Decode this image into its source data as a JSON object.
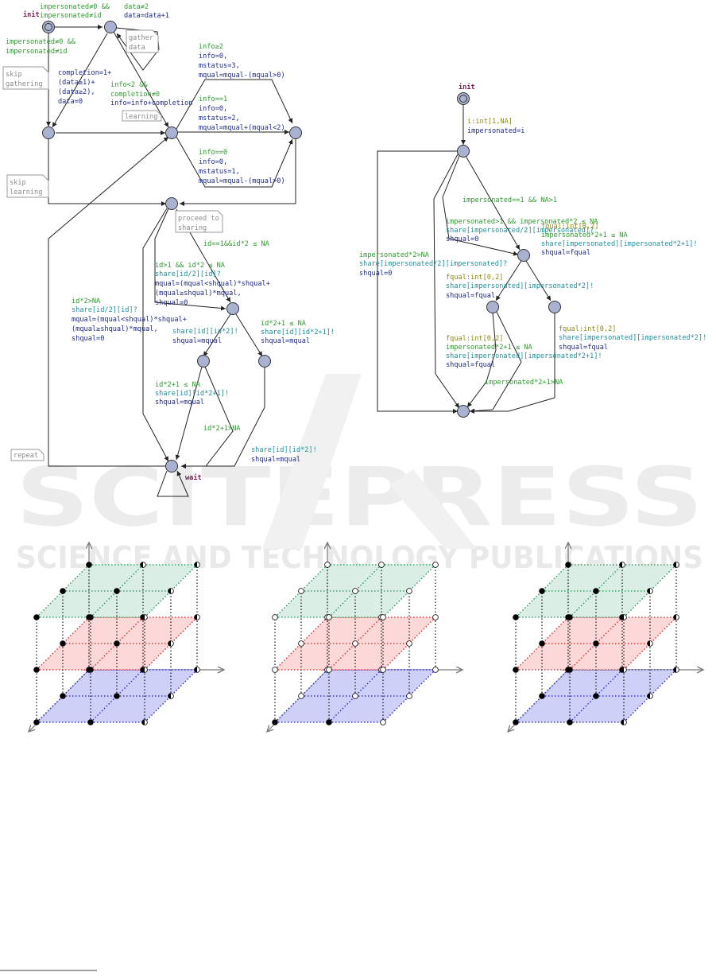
{
  "watermark": {
    "main": "SCITEPRESS",
    "sub": "SCIENCE AND TECHNOLOGY PUBLICATIONS"
  },
  "left_automaton": {
    "init_label": "init",
    "wait_label": "wait",
    "guard_top_1": "impersonated≠0 &&",
    "guard_top_2": "impersonated≠id",
    "guard_data": "data≠2",
    "update_data": "data=data+1",
    "guard_left_1": "impersonated≠0 &&",
    "guard_left_2": "impersonated≠id",
    "note_gather_1": "gather",
    "note_gather_2": "data",
    "note_skip_gathering_1": "skip",
    "note_skip_gathering_2": "gathering",
    "completion_1": "completion=1+",
    "completion_2": "(data≥1)+",
    "completion_3": "(data≥2),",
    "completion_4": "data=0",
    "info_guard_1": "info<2 &&",
    "info_guard_2": "completion≠0",
    "info_update": "info=info+completion",
    "note_learning": "learning",
    "branch3_guard": "info≥2",
    "branch3_u1": "info=0,",
    "branch3_u2": "mstatus=3,",
    "branch3_u3": "mqual=mqual-(mqual>0)",
    "branch2_guard": "info==1",
    "branch2_u1": "info=0,",
    "branch2_u2": "mstatus=2,",
    "branch2_u3": "mqual=mqual+(mqual<2)",
    "branch1_guard": "info==0",
    "branch1_u1": "info=0,",
    "branch1_u2": "mstatus=1,",
    "branch1_u3": "mqual=mqual-(mqual>0)",
    "note_skip_learning_1": "skip",
    "note_skip_learning_2": "learning",
    "note_proceed_1": "proceed to",
    "note_proceed_2": "sharing",
    "guard_id1": "id==1&&id*2 ≤ NA",
    "idgt1_guard": "id>1 && id*2 ≤ NA",
    "idgt1_sync": "share[id/2][id]?",
    "idgt1_u1": "mqual=(mqual<shqual)*shqual+",
    "idgt1_u2": "(mqual≥shqual)*mqual,",
    "idgt1_u3": "shqual=0",
    "bigid_guard": "id*2>NA",
    "bigid_sync": "share[id/2][id]?",
    "bigid_u1": "mqual=(mqual<shqual)*shqual+",
    "bigid_u2": "(mqual≥shqual)*mqual,",
    "bigid_u3": "shqual=0",
    "s1_sync": "share[id][id*2]!",
    "s1_upd": "shqual=mqual",
    "s2_guard": "id*2+1 ≤ NA",
    "s2_sync": "share[id][id*2+1]!",
    "s2_upd": "shqual=mqual",
    "s3_guard": "id*2+1 ≤ NA",
    "s3_sync": "share[id][id*2+1]!",
    "s3_upd": "shqual=mqual",
    "s4_guard": "id*2+1>NA",
    "s5_sync": "share[id][id*2]!",
    "s5_upd": "shqual=mqual",
    "note_repeat": "repeat"
  },
  "right_automaton": {
    "init_label": "init",
    "sel": "i:int[1,NA]",
    "upd_imp": "impersonated=i",
    "g_one": "impersonated==1 && NA>1",
    "g_gt1": "impersonated>1 && impersonated*2 ≤ NA",
    "s_gt1": "share[impersonated/2][impersonated]?",
    "u_gt1": "shqual=0",
    "g_big": "impersonated*2>NA",
    "s_big": "share[impersonated/2][impersonated]?",
    "u_big": "shqual=0",
    "f1_sel": "fqual:int[0,2]",
    "f1_g": "impersonated*2+1 ≤ NA",
    "f1_s": "share[impersonated][impersonated*2+1]!",
    "f1_u": "shqual=fqual",
    "f2_sel": "fqual:int[0,2]",
    "f2_s": "share[impersonated][impersonated*2]!",
    "f2_u": "shqual=fqual",
    "f3_sel": "fqual:int[0,2]",
    "f3_s": "share[impersonated][impersonated*2]!",
    "f3_u": "shqual=fqual",
    "f4_sel": "fqual:int[0,2]",
    "f4_g": "impersonated*2+1 ≤ NA",
    "f4_s": "share[impersonated][impersonated*2+1]!",
    "f4_u": "shqual=fqual",
    "g_last": "impersonated*2+1>NA"
  },
  "cubes": [
    {
      "name": "cube-left",
      "layer_colors": [
        "#d3ebe0",
        "#fbd1d1",
        "#c6c8f6"
      ]
    },
    {
      "name": "cube-middle",
      "layer_colors": [
        "#d3ebe0",
        "#fbd1d1",
        "#c6c8f6"
      ]
    },
    {
      "name": "cube-right",
      "layer_colors": [
        "#d3ebe0",
        "#fbd1d1",
        "#c6c8f6"
      ]
    }
  ]
}
